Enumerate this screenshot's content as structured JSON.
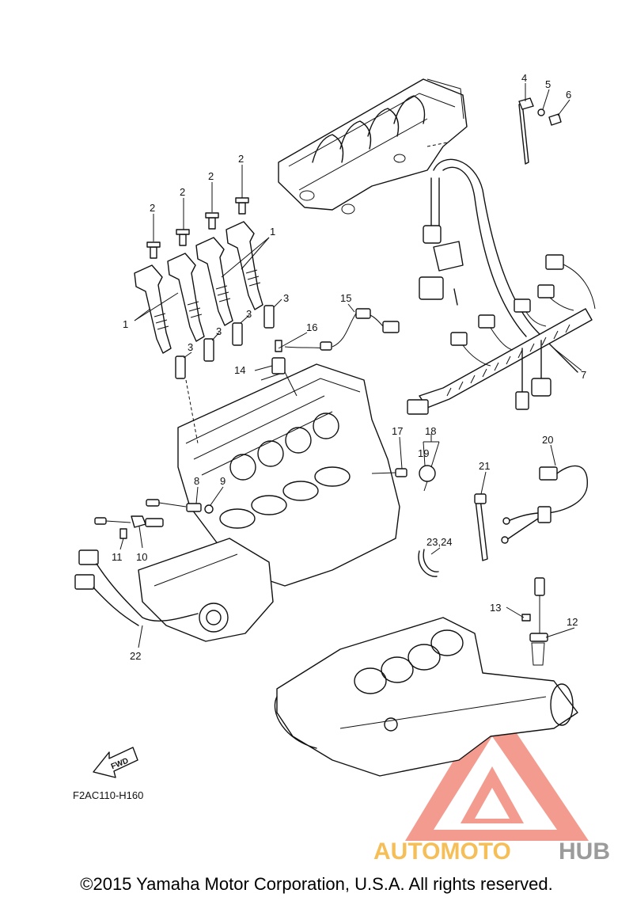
{
  "callouts": {
    "c1a": "1",
    "c1b": "1",
    "c2a": "2",
    "c2b": "2",
    "c2c": "2",
    "c2d": "2",
    "c3a": "3",
    "c3b": "3",
    "c3c": "3",
    "c3d": "3",
    "c4": "4",
    "c5": "5",
    "c6": "6",
    "c7": "7",
    "c8": "8",
    "c9": "9",
    "c10": "10",
    "c11": "11",
    "c12": "12",
    "c13": "13",
    "c14": "14",
    "c15": "15",
    "c16": "16",
    "c17": "17",
    "c18": "18",
    "c19": "19",
    "c20": "20",
    "c21": "21",
    "c22": "22",
    "c23_24": "23,24"
  },
  "fwd_label": "FWD",
  "reference_code": "F2AC110-H160",
  "watermark": {
    "part1": "AUTOMOTO",
    "part2": "HUB",
    "color_primary": "#f07a6a",
    "color_accent": "#f4b33a",
    "color_dark": "#8a8a8a"
  },
  "copyright": "©2015 Yamaha Motor Corporation, U.S.A. All rights reserved."
}
